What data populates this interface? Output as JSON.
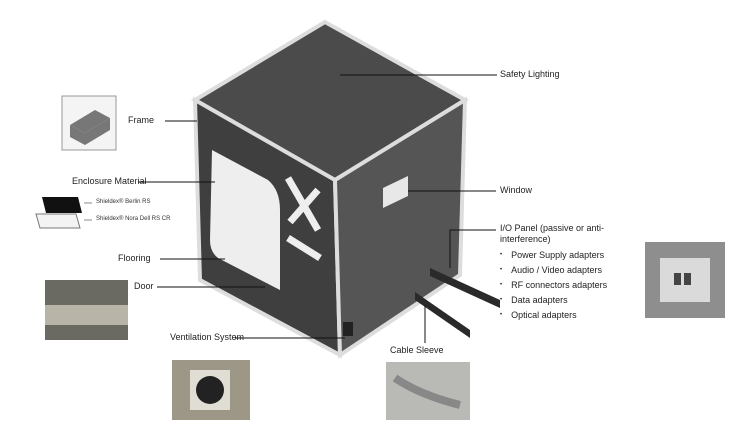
{
  "labels": {
    "safety_lighting": "Safety Lighting",
    "frame": "Frame",
    "enclosure_material": "Enclosure Material",
    "material_black": "Shieldex® Berlin RS",
    "material_white": "Shieldex® Nora Dell RS CR",
    "flooring": "Flooring",
    "door": "Door",
    "ventilation": "Ventilation System",
    "cable_sleeve": "Cable Sleeve",
    "window": "Window",
    "io_panel": "I/O Panel (passive or anti-interference)"
  },
  "io_items": [
    "Power Supply adapters",
    "Audio / Video adapters",
    "RF connectors adapters",
    "Data adapters",
    "Optical adapters"
  ],
  "colors": {
    "fabric": "#4a4a4a",
    "frame": "#d8d8d8",
    "line": "#111111"
  }
}
